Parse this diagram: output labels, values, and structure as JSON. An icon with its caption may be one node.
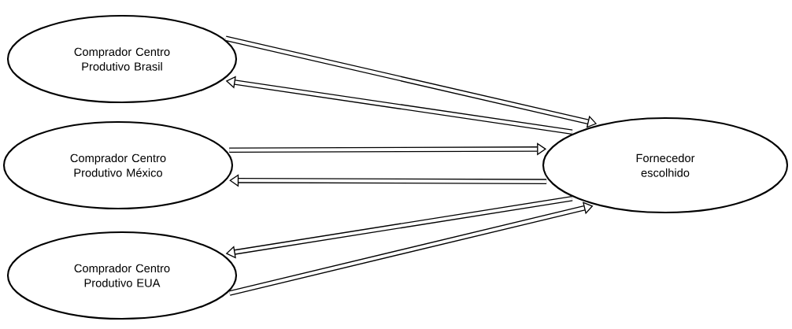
{
  "diagram": {
    "nodes": [
      {
        "text": [
          "Comprador Centro Produtivo Brasil"
        ]
      },
      {
        "text": [
          "Comprador Centro Produtivo México"
        ]
      },
      {
        "text": [
          "Comprador Centro Produtivo EUA"
        ]
      },
      {
        "text": [
          "Fornecedor escolhido"
        ]
      }
    ],
    "edges": [
      {
        "from": 0,
        "to": 3,
        "arrow": "to"
      },
      {
        "from": 3,
        "to": 0,
        "arrow": "to"
      },
      {
        "from": 1,
        "to": 3,
        "arrow": "to"
      },
      {
        "from": 3,
        "to": 1,
        "arrow": "to"
      },
      {
        "from": 3,
        "to": 2,
        "arrow": "to"
      },
      {
        "from": 2,
        "to": 3,
        "arrow": "to"
      }
    ]
  }
}
